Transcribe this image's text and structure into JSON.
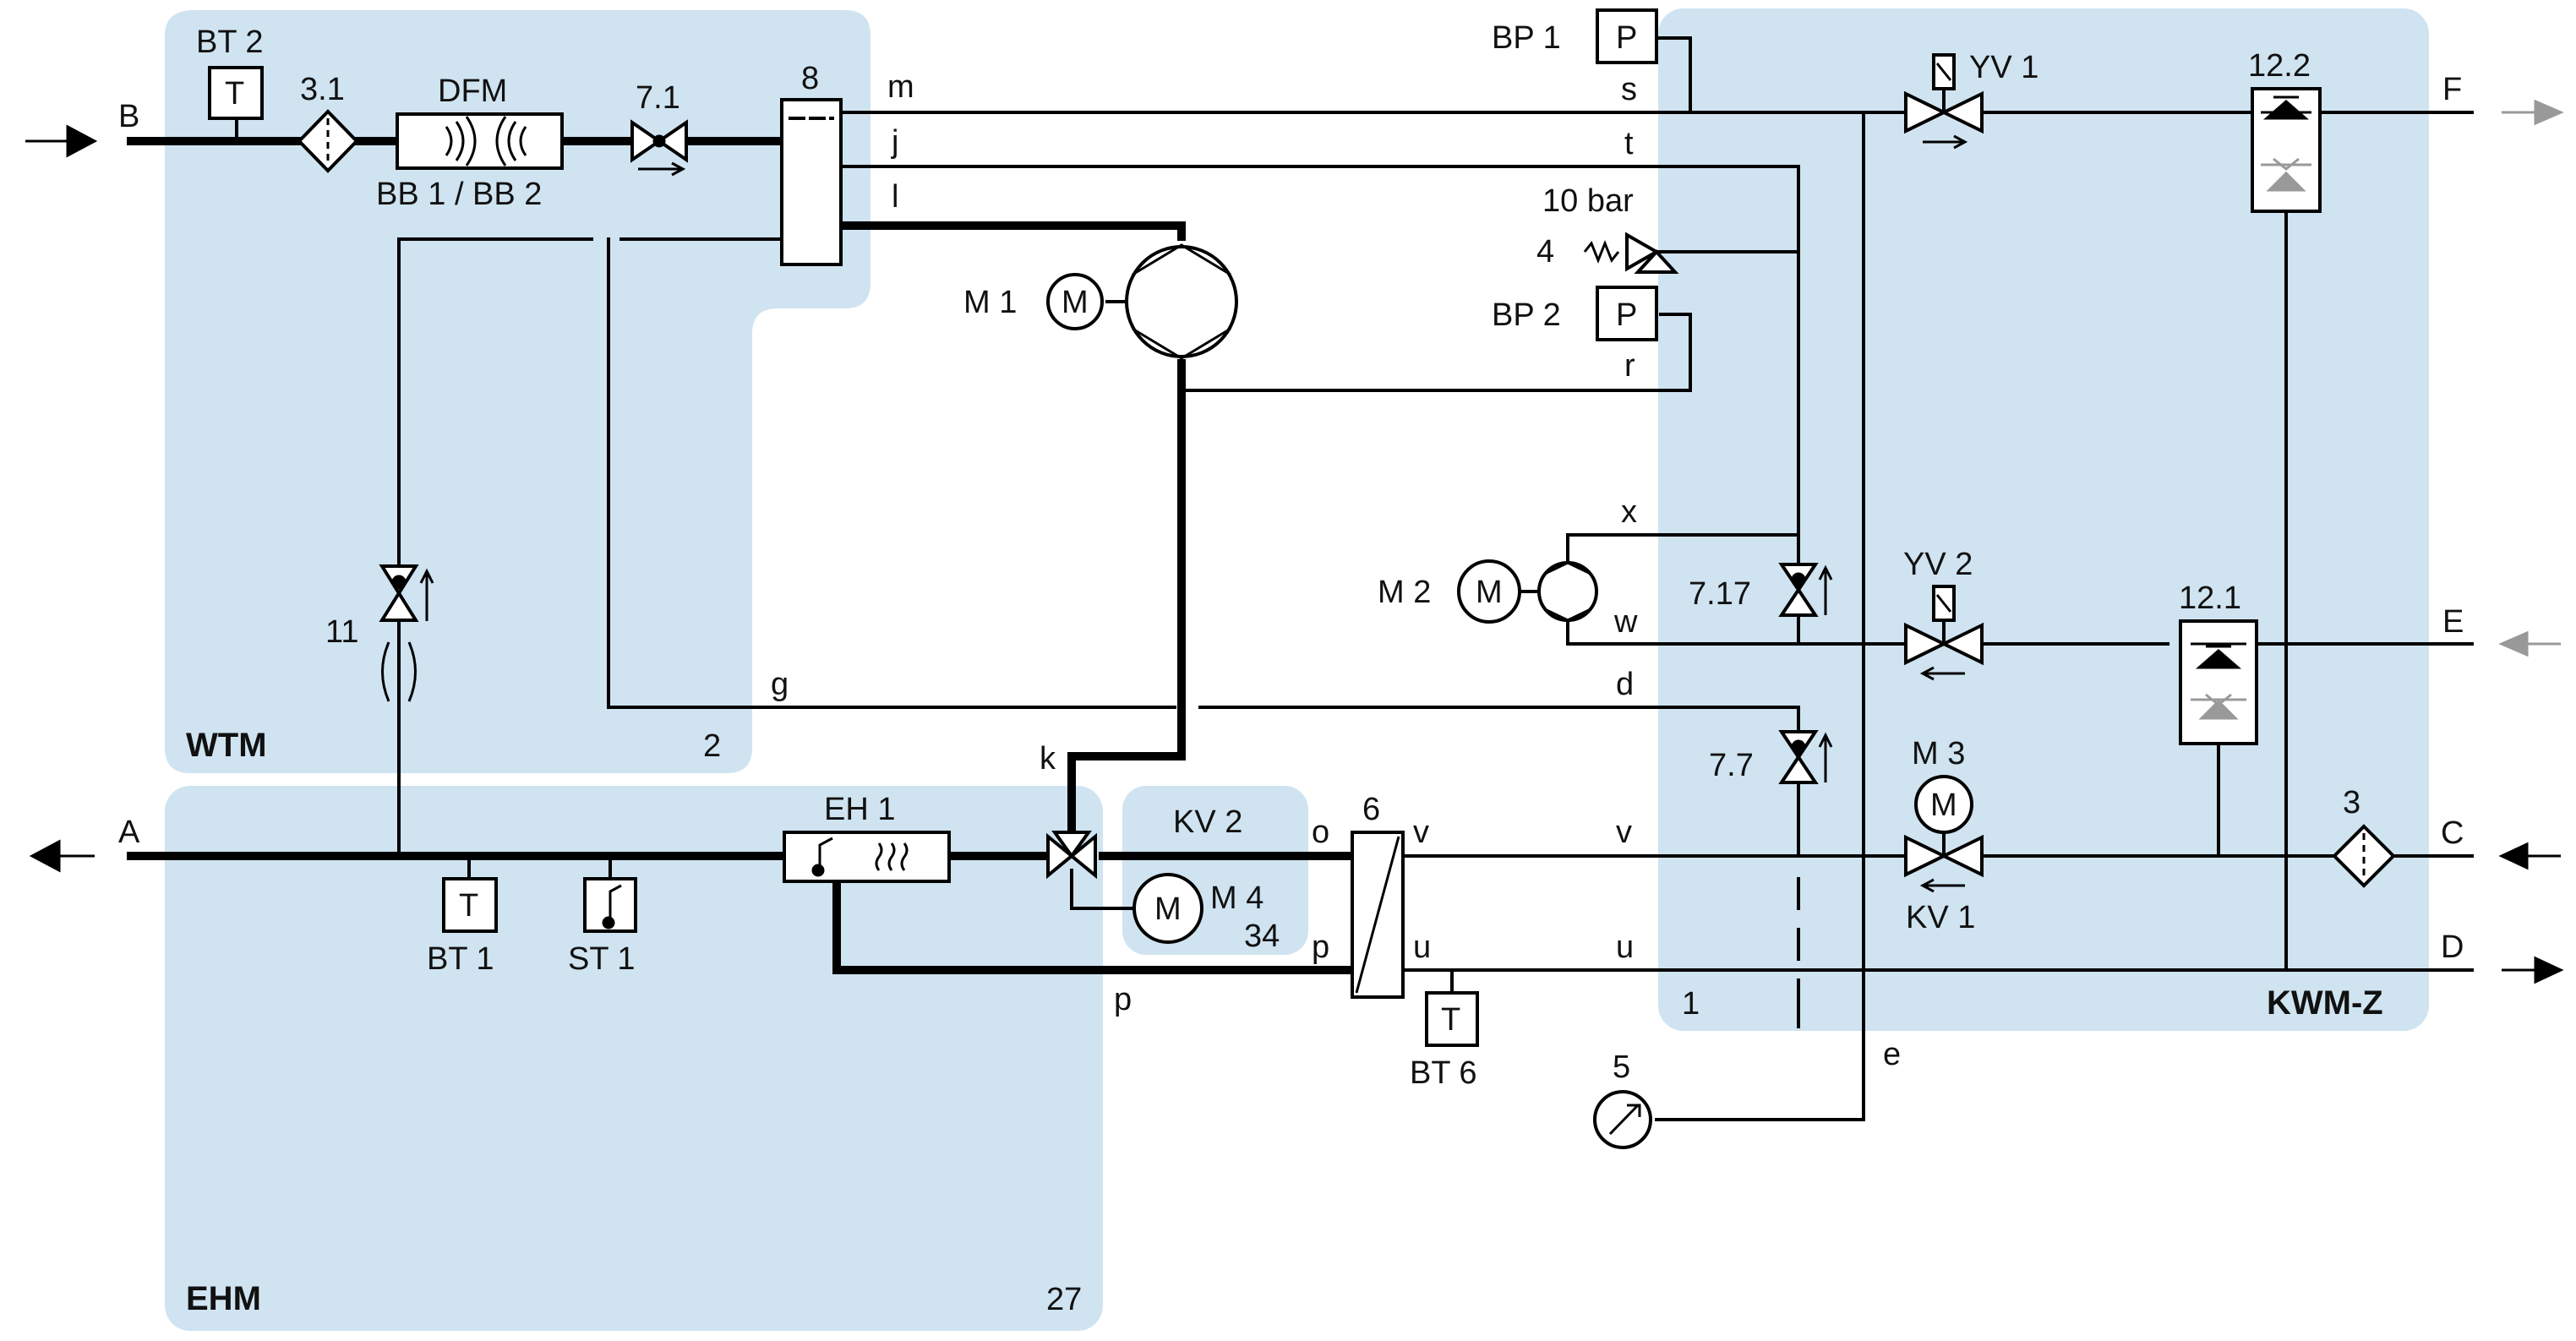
{
  "zones": {
    "wtm": {
      "name": "WTM",
      "number": "2"
    },
    "ehm": {
      "name": "EHM",
      "number": "27"
    },
    "kwmz": {
      "name": "KWM-Z",
      "number": "1"
    },
    "kv2": {
      "name": "KV 2",
      "number": "34"
    }
  },
  "ports": {
    "a": "A",
    "b": "B",
    "c": "C",
    "d": "D",
    "e": "E",
    "f": "F"
  },
  "components": {
    "bt2": "BT 2",
    "bt1": "BT 1",
    "bt6": "BT 6",
    "st1": "ST 1",
    "sensor_t": "T",
    "sensor_p": "P",
    "motor": "M",
    "item_3_1": "3.1",
    "dfm": "DFM",
    "bb": "BB 1 / BB 2",
    "item_7_1": "7.1",
    "item_8": "8",
    "item_11": "11",
    "m1": "M 1",
    "m2": "M 2",
    "m3": "M 3",
    "m4": "M 4",
    "eh1": "EH 1",
    "item_6": "6",
    "bp1": "BP 1",
    "bp2": "BP 2",
    "pressure": "10 bar",
    "item_4": "4",
    "yv1": "YV 1",
    "yv2": "YV 2",
    "item_12_2": "12.2",
    "item_12_1": "12.1",
    "item_7_17": "7.17",
    "item_7_7": "7.7",
    "kv1": "KV 1",
    "item_3": "3",
    "item_5": "5"
  },
  "line_labels": {
    "m": "m",
    "j": "j",
    "l": "l",
    "s": "s",
    "t": "t",
    "r": "r",
    "x": "x",
    "w": "w",
    "g": "g",
    "d": "d",
    "k": "k",
    "o": "o",
    "v": "v",
    "v2": "v",
    "p": "p",
    "u": "u",
    "u2": "u",
    "p2": "p",
    "e": "e"
  }
}
